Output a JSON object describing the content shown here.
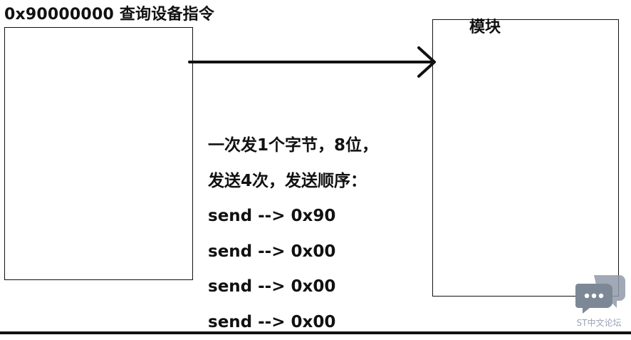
{
  "title": "0x90000000 查询设备指令",
  "module_label": "模块",
  "notes": [
    "一次发1个字节，8位，",
    "发送4次，发送顺序：",
    "send --> 0x90",
    "send --> 0x00",
    "send --> 0x00",
    "send --> 0x00"
  ],
  "watermark": {
    "text": "ST中文论坛",
    "icon": "chat-bubble-icon",
    "color": "#8f9aa8"
  },
  "colors": {
    "stroke": "#111111",
    "background": "#ffffff"
  }
}
